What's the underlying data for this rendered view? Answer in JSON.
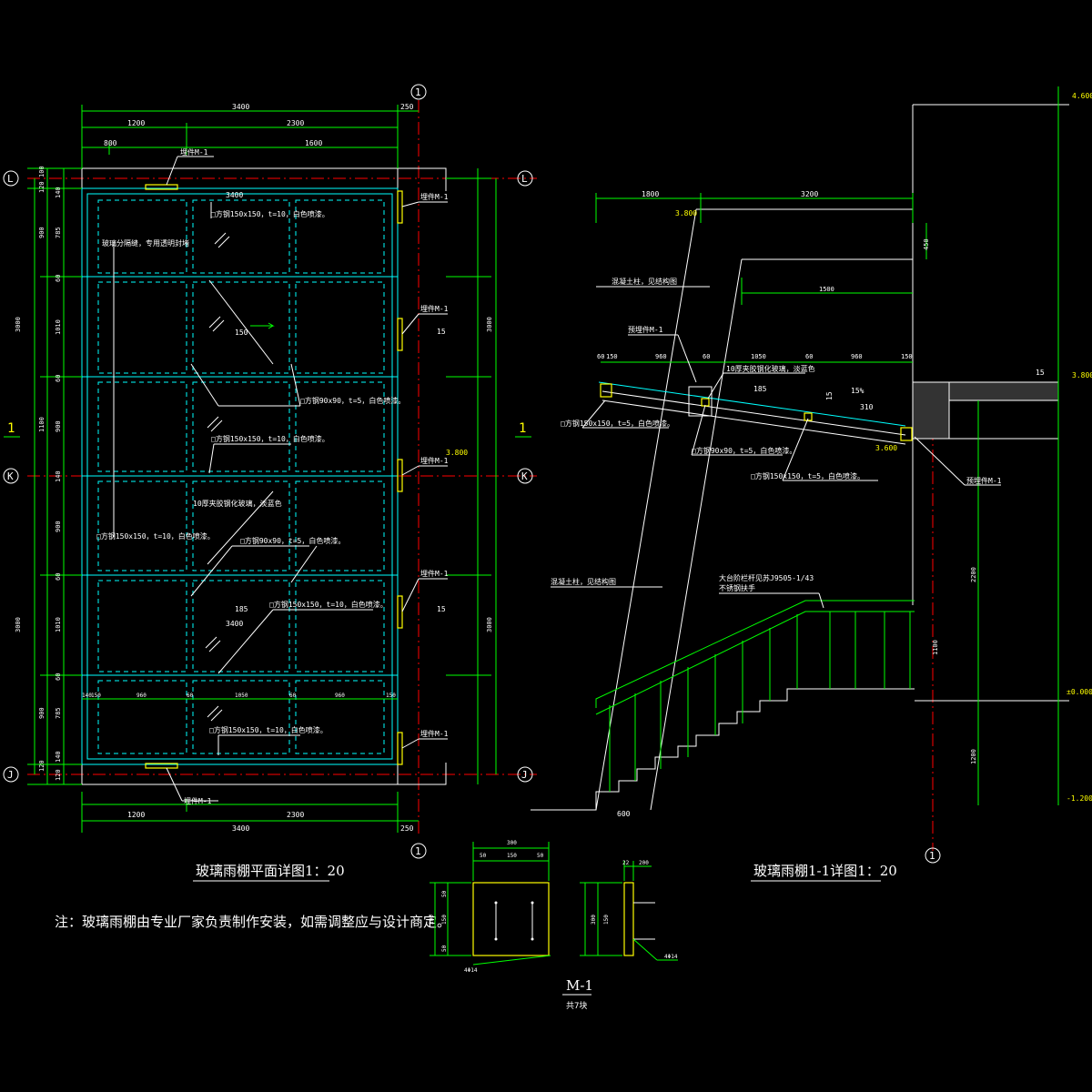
{
  "plan": {
    "title": "玻璃雨棚平面详图1：20",
    "axis_labels": [
      "1",
      "L",
      "K",
      "J"
    ],
    "section_mark": "1",
    "top_dims": {
      "total": "3400",
      "left": "1200",
      "right": "2300",
      "offset": "250",
      "sub1": "800",
      "sub2": "1600"
    },
    "bottom_dims": {
      "total": "3400",
      "left": "1200",
      "right": "2300",
      "offset": "250"
    },
    "left_dims": {
      "total_upper": "3000",
      "total_lower": "3000",
      "rows": [
        "100",
        "120",
        "140",
        "900",
        "785",
        "60",
        "1010",
        "60",
        "900",
        "140",
        "1100",
        "900",
        "60",
        "1010",
        "60",
        "900",
        "785",
        "140",
        "120",
        "120"
      ]
    },
    "inner_dims": [
      "140",
      "150",
      "960",
      "60",
      "1050",
      "60",
      "960",
      "150"
    ],
    "annotations": {
      "embed_top": "埋件M-1",
      "embed_bottom": "埋件M-1",
      "embed_right": "埋件M-1",
      "glass_joint": "玻璃分隔缝，专用透明封堵",
      "tube_top": "□方钢150x150，t=10，白色喷漆。",
      "tube_mid": "□方钢90x90，t=5，白色喷漆。",
      "tube_k": "□方钢150x150，t=10，白色喷漆。",
      "glass": "10厚夹胶钢化玻璃，淡蓝色",
      "tube_left": "□方钢150x150，t=10，白色喷漆。",
      "tube_mid2": "□方钢90x90，t=5，白色喷漆。",
      "tube_right": "□方钢150x150，t=10，白色喷漆。",
      "tube_bottom": "□方钢150x150，t=10，白色喷漆。",
      "dim_3400_a": "3400",
      "dim_3400_b": "3400",
      "dim_150": "150",
      "dim_185": "185",
      "elev_k": "3.800",
      "slope": "15",
      "slope2": "15"
    }
  },
  "section": {
    "title": "玻璃雨棚1-1详图1：20",
    "axis_label": "1",
    "top_dims": {
      "left": "1800",
      "right": "3200"
    },
    "sub_dims": [
      "60",
      "150",
      "960",
      "60",
      "1050",
      "60",
      "960",
      "150"
    ],
    "elevations": [
      "4.600",
      "3.800",
      "±0.000",
      "-1.200"
    ],
    "elev_canopy": "3.800",
    "elev_end": "3.600",
    "dims_v": [
      "450",
      "1500",
      "2200",
      "1100",
      "1200"
    ],
    "annotations": {
      "column_top": "混凝土柱，见结构图",
      "embed": "预埋件M-1",
      "glass": "10厚夹胶钢化玻璃，淡蓝色",
      "tube_a": "□方钢150x150，t=5，白色喷漆。",
      "tube_b": "□方钢90x90，t=5，白色喷漆。",
      "tube_c": "□方钢150x150，t=5，白色喷漆。",
      "embed_right": "预埋件M-1",
      "column_bottom": "混凝土柱，见结构图",
      "railing": "大台阶栏杆见苏J9505-1/43",
      "railing2": "不锈钢扶手",
      "slope": "15%",
      "d185": "185",
      "d15": "15",
      "d310": "310",
      "d600": "600",
      "d15b": "15"
    }
  },
  "plate": {
    "title": "M-1",
    "subtitle": "共7块",
    "dims_top": [
      "300",
      "50",
      "150",
      "50"
    ],
    "dims_left": [
      "50",
      "150",
      "50",
      "300"
    ],
    "side_dims": [
      "22",
      "200",
      "300",
      "150"
    ],
    "anchor": "4Φ14",
    "anchor2": "4Φ14"
  },
  "note": "注：玻璃雨棚由专业厂家负责制作安装，如需调整应与设计商定。"
}
